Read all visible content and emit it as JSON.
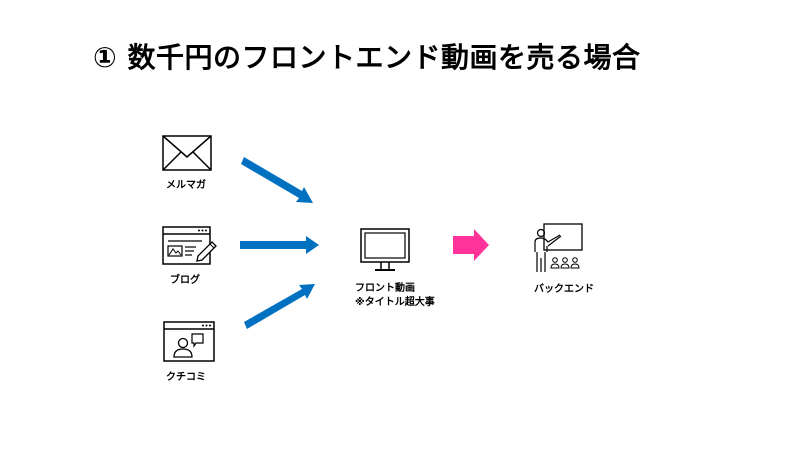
{
  "title": "① 数千円のフロントエンド動画を売る場合",
  "sources": [
    {
      "label": "メルマガ",
      "icon": "envelope-icon"
    },
    {
      "label": "ブログ",
      "icon": "blog-window-icon"
    },
    {
      "label": "クチコミ",
      "icon": "word-of-mouth-window-icon"
    }
  ],
  "center": {
    "line1": "フロント動画",
    "line2": "※タイトル超大事",
    "icon": "monitor-icon"
  },
  "target": {
    "label": "バックエンド",
    "icon": "presenter-audience-icon"
  },
  "colors": {
    "source_arrows": "#0070c0",
    "main_arrow": "#ff3399",
    "stroke": "#000000"
  }
}
